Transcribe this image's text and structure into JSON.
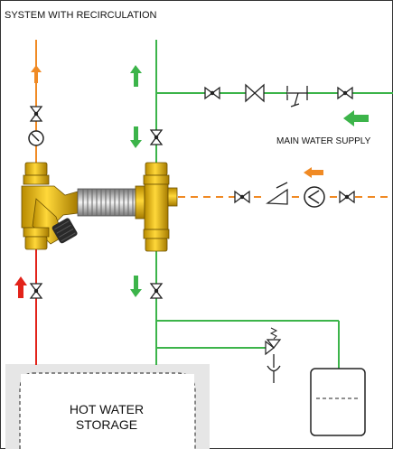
{
  "diagram": {
    "title": "SYSTEM WITH RECIRCULATION",
    "main_supply_label": "MAIN WATER SUPPLY",
    "tank_label_line1": "HOT WATER",
    "tank_label_line2": "STORAGE"
  },
  "colors": {
    "hot_pipe": "#e2231a",
    "mixed_pipe": "#f08a24",
    "cold_pipe": "#3cb44a",
    "brass": "#e3b505",
    "frame": "#333333",
    "tank_fill": "#e6e6e6"
  },
  "icons": [
    "valve-icon",
    "check-valve-icon",
    "pump-icon",
    "gauge-icon",
    "safety-valve-icon",
    "expansion-tank-icon",
    "flow-arrow-icon"
  ]
}
